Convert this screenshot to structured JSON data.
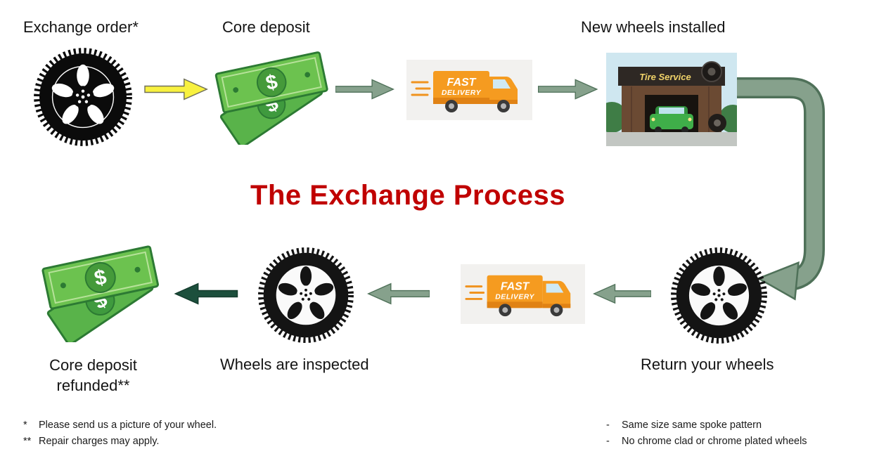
{
  "title": "The Exchange Process",
  "steps": {
    "exchange_order": "Exchange order*",
    "core_deposit": "Core deposit",
    "new_wheels_installed": "New wheels installed",
    "return_your_wheels": "Return your wheels",
    "wheels_inspected": "Wheels are inspected",
    "core_deposit_refunded": "Core deposit refunded**"
  },
  "delivery_truck": {
    "line1": "FAST",
    "line2": "DELIVERY"
  },
  "tire_shop": {
    "sign": "Tire Service"
  },
  "money": {
    "symbol": "$"
  },
  "footnotes_left": [
    {
      "marker": "*",
      "text": "Please send us a picture of your wheel."
    },
    {
      "marker": "**",
      "text": "Repair charges may apply."
    }
  ],
  "footnotes_right": [
    {
      "marker": "-",
      "text": "Same size same spoke pattern"
    },
    {
      "marker": "-",
      "text": "No chrome clad or chrome plated wheels"
    }
  ],
  "colors": {
    "title_red": "#C00000",
    "arrow_yellow": "#F8F13F",
    "arrow_sage": "#86A18C",
    "arrow_dark_green": "#1C4F3C",
    "money_green": "#6CC24F",
    "truck_orange": "#F59B20"
  }
}
